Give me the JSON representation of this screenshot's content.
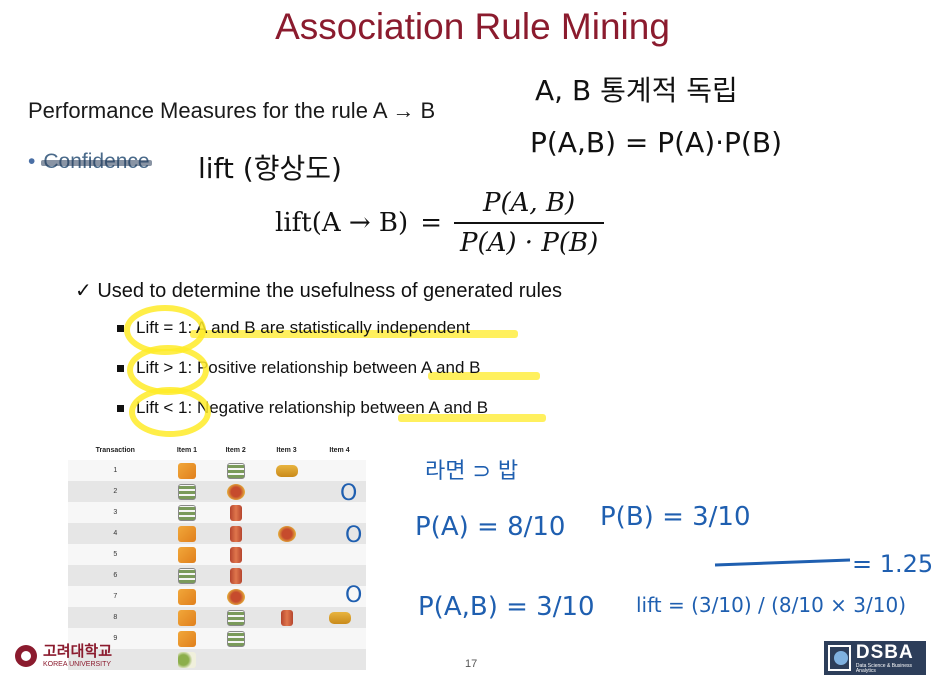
{
  "slide": {
    "title": "Association Rule Mining",
    "subtitle": "Performance Measures for the rule A → B",
    "bullet": "Confidence",
    "formula": {
      "lhs": "lift(A → B)",
      "eq": "=",
      "numerator": "P(A, B)",
      "denominator": "P(A) · P(B)"
    },
    "check_item": "✓ Used to determine the usefulness of generated rules",
    "sub_items": [
      "Lift = 1: A and B are statistically independent",
      "Lift > 1: Positive relationship between A and B",
      "Lift < 1: Negative relationship between A and B"
    ],
    "page_number": "17"
  },
  "table": {
    "headers": [
      "Transaction",
      "Item 1",
      "Item 2",
      "Item 3",
      "Item 4"
    ],
    "rows": [
      {
        "id": "1",
        "items": [
          "chips",
          "noodle",
          "tuna",
          ""
        ]
      },
      {
        "id": "2",
        "items": [
          "noodle",
          "bowl",
          "",
          ""
        ]
      },
      {
        "id": "3",
        "items": [
          "noodle",
          "can-red",
          "",
          ""
        ]
      },
      {
        "id": "4",
        "items": [
          "chips",
          "can-red",
          "bowl",
          ""
        ]
      },
      {
        "id": "5",
        "items": [
          "chips",
          "can-red",
          "",
          ""
        ]
      },
      {
        "id": "6",
        "items": [
          "noodle",
          "can-red",
          "",
          ""
        ]
      },
      {
        "id": "7",
        "items": [
          "chips",
          "bowl",
          "",
          ""
        ]
      },
      {
        "id": "8",
        "items": [
          "chips",
          "noodle",
          "can-red",
          "tuna"
        ]
      },
      {
        "id": "9",
        "items": [
          "chips",
          "noodle",
          "",
          ""
        ]
      },
      {
        "id": "",
        "items": [
          "veg",
          "",
          "",
          ""
        ]
      }
    ]
  },
  "handwriting": {
    "top_right_1": "A, B 통계적 독립",
    "top_right_2": "P(A,B) = P(A)·P(B)",
    "lift_note": "lift (향상도)",
    "ramen_label": "라면 ⊃ 밥",
    "pa": "P(A) = 8/10",
    "pb": "P(B) = 3/10",
    "pab": "P(A,B) = 3/10",
    "lift_calc": "lift = (3/10) / (8/10 × 3/10)",
    "result": "= 1.25",
    "circle_marks": [
      "O",
      "O",
      "O"
    ]
  },
  "logos": {
    "ku_korean": "고려대학교",
    "ku_english": "KOREA UNIVERSITY",
    "dsba_name": "DSBA",
    "dsba_sub": "Data Science & Business Analytics"
  },
  "colors": {
    "title": "#8b1b2e",
    "ink": "#1f5fb0",
    "highlighter": "#ffeb28"
  }
}
